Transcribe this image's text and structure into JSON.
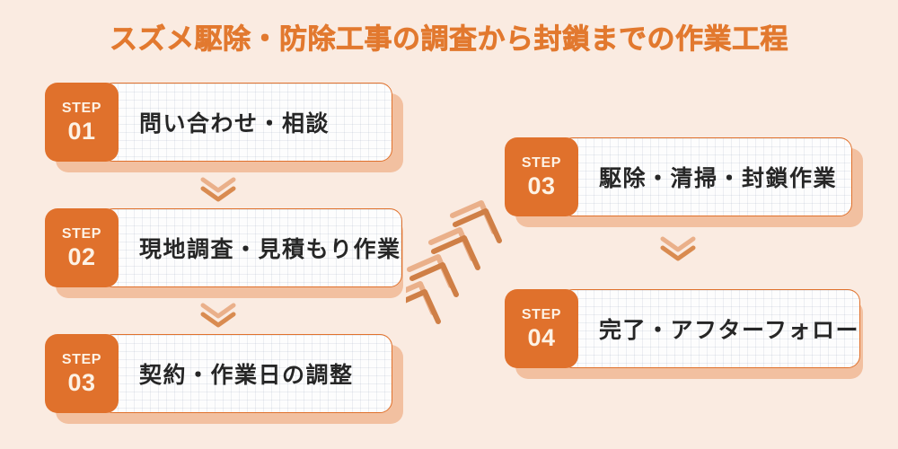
{
  "page": {
    "title": "スズメ駆除・防除工事の調査から封鎖までの作業工程",
    "background_color": "#faebe1",
    "accent_color": "#e0712c",
    "title_color": "#e2792f",
    "shadow_color": "#f2c0a0",
    "panel_color": "#fdfdfd",
    "label_color": "#262626",
    "badge_text_color": "#fdf2e5"
  },
  "steps": {
    "left_column": [
      {
        "keyword": "STEP",
        "number": "01",
        "label": "問い合わせ・相談"
      },
      {
        "keyword": "STEP",
        "number": "02",
        "label": "現地調査・見積もり作業"
      },
      {
        "keyword": "STEP",
        "number": "03",
        "label": "契約・作業日の調整"
      }
    ],
    "right_column": [
      {
        "keyword": "STEP",
        "number": "03",
        "label": "駆除・清掃・封鎖作業"
      },
      {
        "keyword": "STEP",
        "number": "04",
        "label": "完了・アフターフォロー"
      }
    ]
  },
  "connectors": {
    "left_1_to_2": {
      "icon": "double-chevron-down-icon",
      "direction": "down"
    },
    "left_2_to_3": {
      "icon": "double-chevron-down-icon",
      "direction": "down"
    },
    "left_to_right": {
      "icon": "double-chevron-up-right-icon",
      "direction": "up-right",
      "count": 4
    },
    "right_1_to_2": {
      "icon": "double-chevron-down-icon",
      "direction": "down"
    }
  }
}
